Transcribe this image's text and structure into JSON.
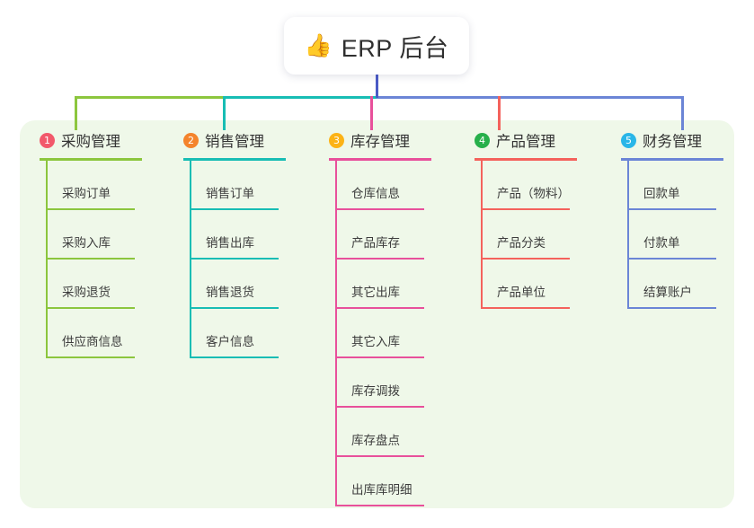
{
  "diagram": {
    "root": {
      "icon": "thumbs-up-icon",
      "emoji": "👍",
      "title": "ERP 后台",
      "stem_color": "#4a5ac6"
    },
    "panel_color": "#eff8e9",
    "columns": [
      {
        "number": "1",
        "title": "采购管理",
        "badge_color": "#f2596b",
        "line_color": "#8cc63e",
        "items": [
          "采购订单",
          "采购入库",
          "采购退货",
          "供应商信息"
        ]
      },
      {
        "number": "2",
        "title": "销售管理",
        "badge_color": "#f4842c",
        "line_color": "#18bdb4",
        "items": [
          "销售订单",
          "销售出库",
          "销售退货",
          "客户信息"
        ]
      },
      {
        "number": "3",
        "title": "库存管理",
        "badge_color": "#fcb316",
        "line_color": "#e8509b",
        "items": [
          "仓库信息",
          "产品库存",
          "其它出库",
          "其它入库",
          "库存调拨",
          "库存盘点",
          "出库库明细"
        ]
      },
      {
        "number": "4",
        "title": "产品管理",
        "badge_color": "#27b04b",
        "line_color": "#f4625c",
        "items": [
          "产品（物料）",
          "产品分类",
          "产品单位"
        ]
      },
      {
        "number": "5",
        "title": "财务管理",
        "badge_color": "#29b6e8",
        "line_color": "#6b85d6",
        "items": [
          "回款单",
          "付款单",
          "结算账户"
        ]
      }
    ]
  }
}
